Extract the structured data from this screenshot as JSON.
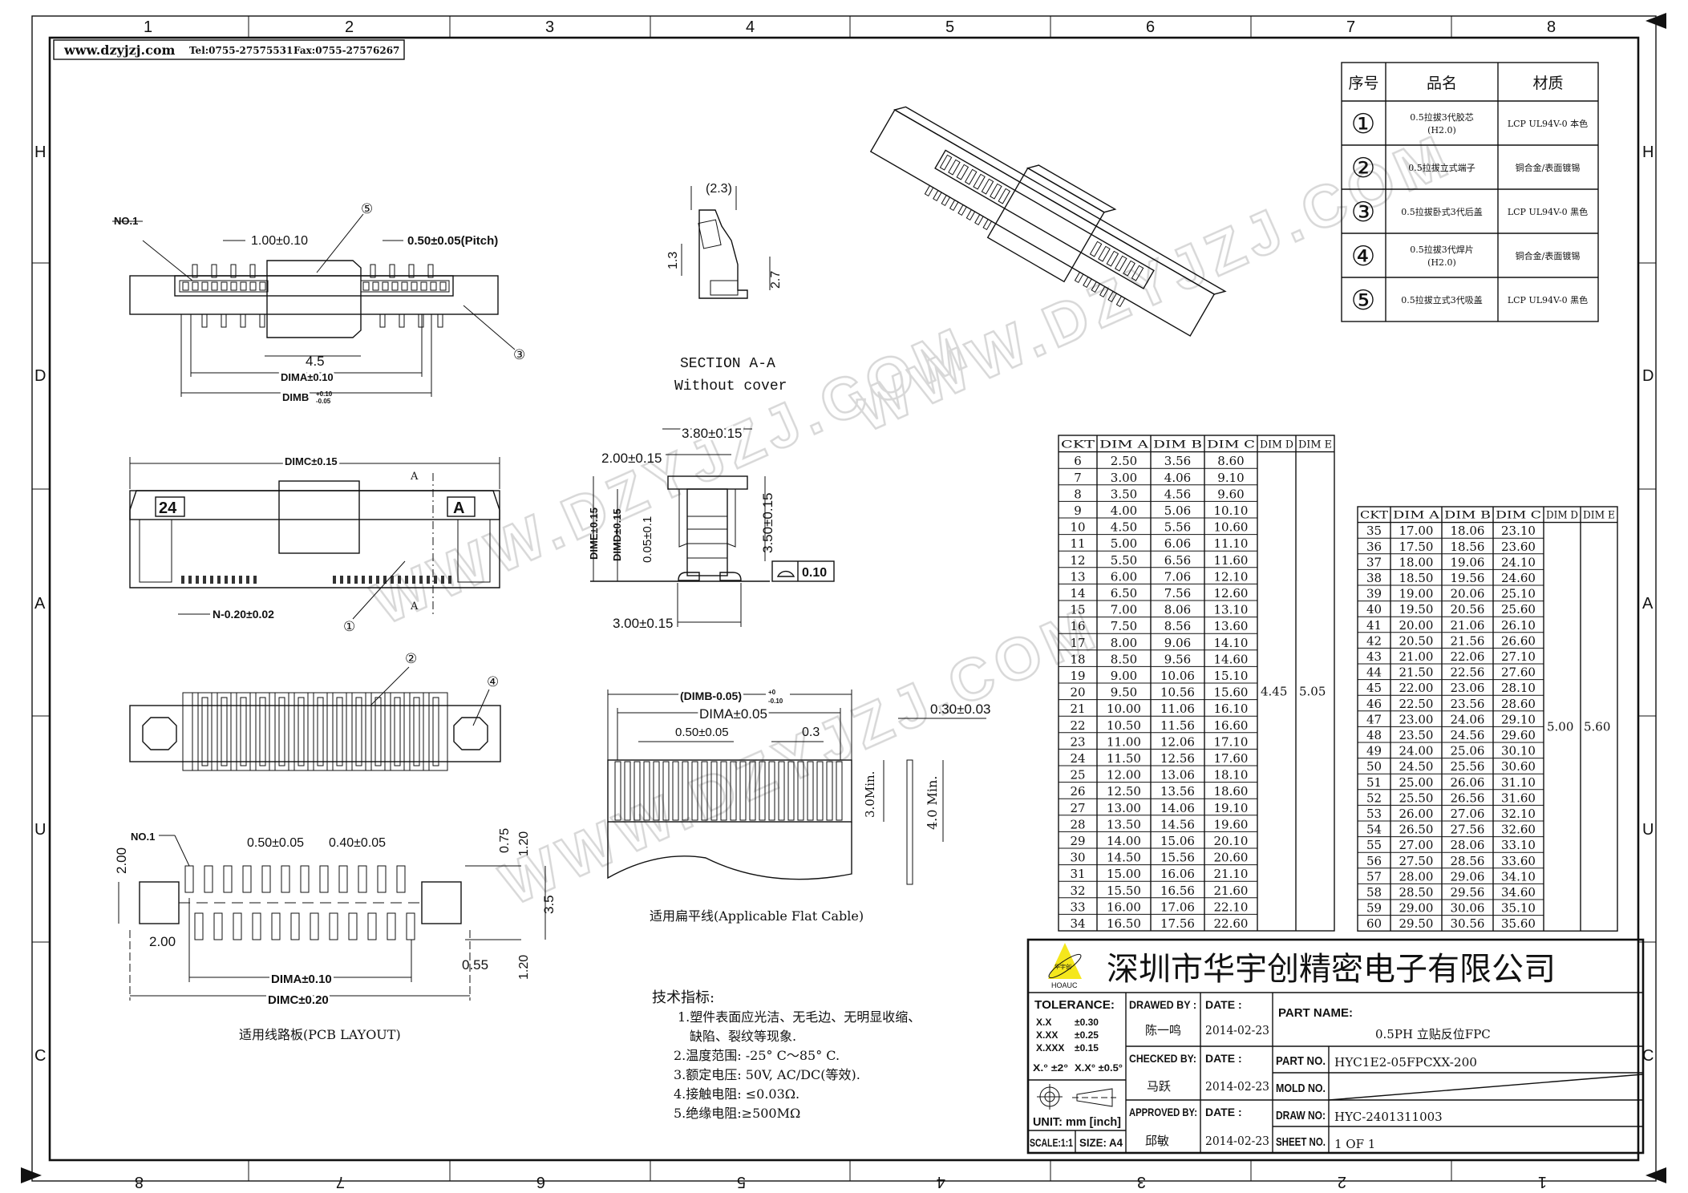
{
  "header": {
    "website": "www.dzyjzj.com",
    "tel": "Tel:0755-27575531",
    "fax": "Fax:0755-27576267"
  },
  "watermark": "WWW.DZYJZJ.COM",
  "frame": {
    "top_zones": [
      "1",
      "2",
      "3",
      "4",
      "5",
      "6",
      "7",
      "8"
    ],
    "bottom_zones": [
      "8",
      "7",
      "6",
      "5",
      "4",
      "3",
      "2",
      "1"
    ],
    "side_zones": [
      "H",
      "D",
      "A",
      "U",
      "C"
    ]
  },
  "top_view": {
    "no1": "NO.1",
    "pitch2": "1.00±0.10",
    "pitch": "0.50±0.05(Pitch)",
    "cap_width": "4.5",
    "dima": "DIMA±0.10",
    "dimb": "DIMB",
    "dimb_tol_plus": "+0.10",
    "dimb_tol_minus": "-0.05",
    "callout_5": "⑤",
    "callout_3": "③"
  },
  "section": {
    "dim_23": "(2.3)",
    "dim_13": "1.3",
    "dim_27": "2.7",
    "title": "SECTION A-A",
    "subtitle": "Without cover"
  },
  "front_view": {
    "dimc": "DIMC±0.15",
    "section_mark": "A",
    "ckt_marker": "24",
    "pitch_note": "N-0.20±0.02",
    "callout_1": "①"
  },
  "side_view": {
    "w380": "3.80±0.15",
    "w200": "2.00±0.15",
    "h350": "3.50±0.15",
    "dime": "DIME±0.15",
    "dimd": "DIMD±0.15",
    "h005": "0.05±0.1",
    "flatness": "0.10",
    "w300": "3.00±0.15"
  },
  "bottom_view": {
    "callout_2": "②",
    "callout_4": "④"
  },
  "pcb_layout": {
    "no1": "NO.1",
    "pad_pitch": "0.50±0.05",
    "pad_width": "0.40±0.05",
    "h200": "2.00",
    "w200": "2.00",
    "d075": "0.75",
    "d120a": "1.20",
    "d35": "3.5",
    "d120b": "1.20",
    "d055": "0.55",
    "dima": "DIMA±0.10",
    "dimc": "DIMC±0.20",
    "caption": "适用线路板(PCB LAYOUT)"
  },
  "flat_cable": {
    "dimb": "(DIMB-0.05)",
    "dimb_tol_plus": "+0",
    "dimb_tol_minus": "-0.10",
    "dima": "DIMA±0.05",
    "pitch": "0.50±0.05",
    "d03": "0.3",
    "min30": "3.0Min.",
    "thick": "0.30±0.03",
    "min40": "4.0 Min.",
    "caption": "适用扁平线(Applicable Flat Cable)"
  },
  "tech_specs": {
    "title": "技术指标:",
    "lines": [
      "1.塑件表面应光洁、无毛边、无明显收缩、",
      "缺陷、裂纹等现象.",
      "2.温度范围: -25° C～85° C.",
      "3.额定电压: 50V, AC/DC(等效).",
      "4.接触电阻: ≤0.03Ω.",
      "5.绝缘电阻:≥500MΩ"
    ]
  },
  "parts_table": {
    "headers": [
      "序号",
      "品名",
      "材质"
    ],
    "rows": [
      {
        "no": "①",
        "name": "0.5拉拔3代胶芯",
        "name2": "(H2.0)",
        "material": "LCP UL94V-0 本色"
      },
      {
        "no": "②",
        "name": "0.5拉拔立式端子",
        "name2": "",
        "material": "铜合金/表面镀锡"
      },
      {
        "no": "③",
        "name": "0.5拉拔卧式3代后盖",
        "name2": "",
        "material": "LCP UL94V-0 黑色"
      },
      {
        "no": "④",
        "name": "0.5拉拔3代焊片",
        "name2": "(H2.0)",
        "material": "铜合金/表面镀锡"
      },
      {
        "no": "⑤",
        "name": "0.5拉拔立式3代吸盖",
        "name2": "",
        "material": "LCP UL94V-0 黑色"
      }
    ]
  },
  "dim_tables": [
    {
      "headers": [
        "CKT",
        "DIM A",
        "DIM B",
        "DIM C",
        "DIM D",
        "DIM E"
      ],
      "dim_d": "4.45",
      "dim_e": "5.05",
      "rows": [
        [
          "6",
          "2.50",
          "3.56",
          "8.60"
        ],
        [
          "7",
          "3.00",
          "4.06",
          "9.10"
        ],
        [
          "8",
          "3.50",
          "4.56",
          "9.60"
        ],
        [
          "9",
          "4.00",
          "5.06",
          "10.10"
        ],
        [
          "10",
          "4.50",
          "5.56",
          "10.60"
        ],
        [
          "11",
          "5.00",
          "6.06",
          "11.10"
        ],
        [
          "12",
          "5.50",
          "6.56",
          "11.60"
        ],
        [
          "13",
          "6.00",
          "7.06",
          "12.10"
        ],
        [
          "14",
          "6.50",
          "7.56",
          "12.60"
        ],
        [
          "15",
          "7.00",
          "8.06",
          "13.10"
        ],
        [
          "16",
          "7.50",
          "8.56",
          "13.60"
        ],
        [
          "17",
          "8.00",
          "9.06",
          "14.10"
        ],
        [
          "18",
          "8.50",
          "9.56",
          "14.60"
        ],
        [
          "19",
          "9.00",
          "10.06",
          "15.10"
        ],
        [
          "20",
          "9.50",
          "10.56",
          "15.60"
        ],
        [
          "21",
          "10.00",
          "11.06",
          "16.10"
        ],
        [
          "22",
          "10.50",
          "11.56",
          "16.60"
        ],
        [
          "23",
          "11.00",
          "12.06",
          "17.10"
        ],
        [
          "24",
          "11.50",
          "12.56",
          "17.60"
        ],
        [
          "25",
          "12.00",
          "13.06",
          "18.10"
        ],
        [
          "26",
          "12.50",
          "13.56",
          "18.60"
        ],
        [
          "27",
          "13.00",
          "14.06",
          "19.10"
        ],
        [
          "28",
          "13.50",
          "14.56",
          "19.60"
        ],
        [
          "29",
          "14.00",
          "15.06",
          "20.10"
        ],
        [
          "30",
          "14.50",
          "15.56",
          "20.60"
        ],
        [
          "31",
          "15.00",
          "16.06",
          "21.10"
        ],
        [
          "32",
          "15.50",
          "16.56",
          "21.60"
        ],
        [
          "33",
          "16.00",
          "17.06",
          "22.10"
        ],
        [
          "34",
          "16.50",
          "17.56",
          "22.60"
        ]
      ]
    },
    {
      "headers": [
        "CKT",
        "DIM A",
        "DIM B",
        "DIM C",
        "DIM D",
        "DIM E"
      ],
      "dim_d": "5.00",
      "dim_e": "5.60",
      "rows": [
        [
          "35",
          "17.00",
          "18.06",
          "23.10"
        ],
        [
          "36",
          "17.50",
          "18.56",
          "23.60"
        ],
        [
          "37",
          "18.00",
          "19.06",
          "24.10"
        ],
        [
          "38",
          "18.50",
          "19.56",
          "24.60"
        ],
        [
          "39",
          "19.00",
          "20.06",
          "25.10"
        ],
        [
          "40",
          "19.50",
          "20.56",
          "25.60"
        ],
        [
          "41",
          "20.00",
          "21.06",
          "26.10"
        ],
        [
          "42",
          "20.50",
          "21.56",
          "26.60"
        ],
        [
          "43",
          "21.00",
          "22.06",
          "27.10"
        ],
        [
          "44",
          "21.50",
          "22.56",
          "27.60"
        ],
        [
          "45",
          "22.00",
          "23.06",
          "28.10"
        ],
        [
          "46",
          "22.50",
          "23.56",
          "28.60"
        ],
        [
          "47",
          "23.00",
          "24.06",
          "29.10"
        ],
        [
          "48",
          "23.50",
          "24.56",
          "29.60"
        ],
        [
          "49",
          "24.00",
          "25.06",
          "30.10"
        ],
        [
          "50",
          "24.50",
          "25.56",
          "30.60"
        ],
        [
          "51",
          "25.00",
          "26.06",
          "31.10"
        ],
        [
          "52",
          "25.50",
          "26.56",
          "31.60"
        ],
        [
          "53",
          "26.00",
          "27.06",
          "32.10"
        ],
        [
          "54",
          "26.50",
          "27.56",
          "32.60"
        ],
        [
          "55",
          "27.00",
          "28.06",
          "33.10"
        ],
        [
          "56",
          "27.50",
          "28.56",
          "33.60"
        ],
        [
          "57",
          "28.00",
          "29.06",
          "34.10"
        ],
        [
          "58",
          "28.50",
          "29.56",
          "34.60"
        ],
        [
          "59",
          "29.00",
          "30.06",
          "35.10"
        ],
        [
          "60",
          "29.50",
          "30.56",
          "35.60"
        ]
      ]
    }
  ],
  "title_block": {
    "company": "深圳市华宇创精密电子有限公司",
    "logo_cn": "华宇创",
    "logo_en": "HOAUC",
    "tolerance_label": "TOLERANCE:",
    "tolerances": [
      [
        "X.X",
        "±0.30"
      ],
      [
        "X.XX",
        "±0.25"
      ],
      [
        "X.XXX",
        "±0.15"
      ]
    ],
    "angle_tol_1": "X.° ±2°",
    "angle_tol_2": "X.X° ±0.5°",
    "unit": "UNIT:  mm  [inch]",
    "scale": "SCALE:1:1",
    "size": "SIZE:  A4",
    "drawed_by_label": "DRAWED BY :",
    "drawed_by": "陈一鸣",
    "checked_by_label": "CHECKED BY:",
    "checked_by": "马跃",
    "approved_by_label": "APPROVED BY:",
    "approved_by": "邱敏",
    "date_label": "DATE :",
    "date_drawn": "2014-02-23",
    "date_checked": "2014-02-23",
    "date_approved": "2014-02-23",
    "part_name_label": "PART NAME:",
    "part_name": "0.5PH 立贴反位FPC",
    "part_no_label": "PART NO.",
    "part_no": "HYC1E2-05FPCXX-200",
    "mold_no_label": "MOLD NO.",
    "draw_no_label": "DRAW NO:",
    "draw_no": "HYC-2401311003",
    "sheet_no_label": "SHEET NO.",
    "sheet_no": "1 OF 1",
    "logo_color": "#f5e71c"
  }
}
